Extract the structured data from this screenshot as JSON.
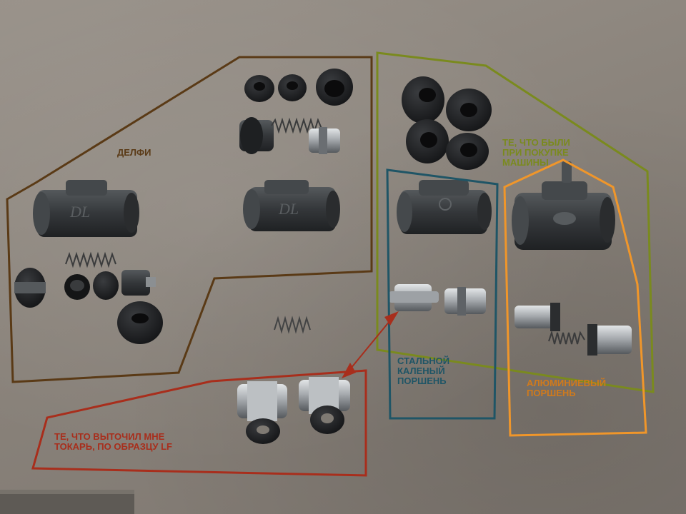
{
  "labels": {
    "delphi": "ДЕЛФИ",
    "original": "ТЕ, ЧТО БЫЛИ\nПРИ ПОКУПКЕ\nМАШИНЫ",
    "steel": "СТАЛЬНОЙ\nКАЛЕНЫЙ\nПОРШЕНЬ",
    "aluminum": "АЛЮМИНИЕВЫЙ\nПОРШЕНЬ",
    "turned": "ТЕ, ЧТО ВЫТОЧИЛ МНЕ\nТОКАРЬ, ПО ОБРАЗЦУ LF"
  },
  "castings": {
    "dl_left": "DL",
    "dl_center": "DL"
  },
  "colors": {
    "delphi": "#5a3a16",
    "original": "#7a8a1e",
    "steel": "#1f5566",
    "aluminum": "#f0962a",
    "turned": "#a82e1c",
    "iron": "#2f3234",
    "rubber": "#1b1c1e",
    "steel_part": "#a9adb0"
  }
}
